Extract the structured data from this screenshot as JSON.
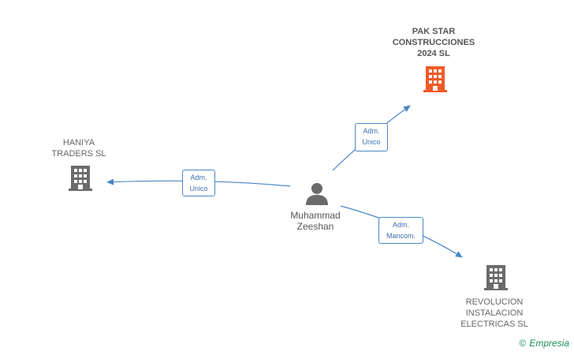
{
  "nodes": {
    "pak_star": {
      "label": "PAK STAR\nCONSTRUCCIONES\n2024  SL",
      "color": "#f05a28",
      "icon": "building-icon"
    },
    "haniya": {
      "label": "HANIYA\nTRADERS  SL",
      "color": "#6b6b6b",
      "icon": "building-icon"
    },
    "revolucion": {
      "label": "REVOLUCION\nINSTALACION\nELECTRICAS  SL",
      "color": "#6b6b6b",
      "icon": "building-icon"
    },
    "person": {
      "label": "Muhammad\nZeeshan",
      "color": "#6b6b6b",
      "icon": "person-icon"
    }
  },
  "edges": {
    "to_pak_star": {
      "label": "Adm.\nUnico"
    },
    "to_haniya": {
      "label": "Adm.\nUnico"
    },
    "to_revolucion": {
      "label": "Adm.\nMancom."
    }
  },
  "colors": {
    "edge": "#4a86c8"
  },
  "brand": {
    "copyright": "©",
    "name": "Empresia"
  }
}
